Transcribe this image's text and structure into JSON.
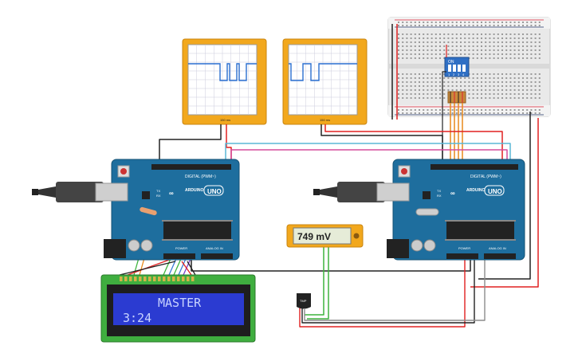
{
  "scopes": [
    {
      "id": "scope-1",
      "label": "150 ms"
    },
    {
      "id": "scope-2",
      "label": "150 ms"
    }
  ],
  "arduino_left": {
    "brand": "ARDUINO",
    "model": "UNO",
    "digital_label": "DIGITAL (PWM~)",
    "analog_label": "ANALOG IN",
    "power_label": "POWER",
    "tx_label": "TX",
    "rx_label": "RX"
  },
  "arduino_right": {
    "brand": "ARDUINO",
    "model": "UNO",
    "digital_label": "DIGITAL (PWM~)",
    "analog_label": "ANALOG IN",
    "power_label": "POWER",
    "tx_label": "TX",
    "rx_label": "RX"
  },
  "multimeter": {
    "reading": "749 mV"
  },
  "lcd": {
    "line1": "MASTER",
    "line2": "3:24"
  },
  "sensor": {
    "label": "TMP"
  },
  "dip_switch": {
    "label": "ON",
    "positions": [
      "1",
      "2",
      "3",
      "4"
    ]
  },
  "colors": {
    "board": "#1e6e9e",
    "scope_frame": "#f2a81d",
    "lcd_bg": "#2b3bd1",
    "lcd_text": "#c9d4ff",
    "wire_red": "#e02020",
    "wire_black": "#222222",
    "wire_green": "#3db33d",
    "wire_orange": "#e8881a",
    "wire_cyan": "#5ab7d6",
    "wire_magenta": "#d64c9c",
    "wire_grey": "#8c8c8c",
    "wire_purple": "#7a3ec9",
    "wire_blue": "#3a7bd5",
    "wire_yellow": "#e0c020"
  }
}
